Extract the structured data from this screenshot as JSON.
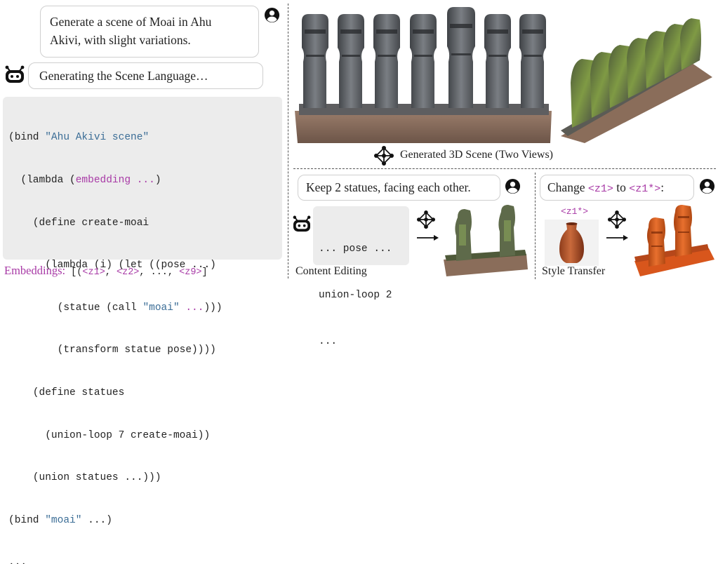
{
  "prompt": {
    "line1": "Generate a scene of Moai in Ahu",
    "line2": "Akivi, with slight variations."
  },
  "status": "Generating the Scene Language…",
  "code": {
    "l1a": "(bind ",
    "l1b": "\"Ahu Akivi scene\"",
    "l2a": "  (lambda (",
    "l2b": "embedding ...",
    "l2c": ")",
    "l3": "    (define create-moai",
    "l4": "      (lambda (i) (let ((pose ...)",
    "l5a": "        (statue (call ",
    "l5b": "\"moai\"",
    "l5c": " ...",
    "l5d": ")))",
    "l6": "        (transform statue pose))))",
    "l7": "    (define statues",
    "l8": "      (union-loop 7 create-moai))",
    "l9": "    (union statues ...)))",
    "l10a": "(bind ",
    "l10b": "\"moai\"",
    "l10c": " ...)",
    "l11": "..."
  },
  "embeddings": {
    "label": "Embeddings:",
    "open": " [(",
    "z1": "<z1>",
    "sep1": ", ",
    "z2": "<z2>",
    "sep2": ", ..., ",
    "z9": "<z9>",
    "close": "]"
  },
  "generated_caption": "Generated 3D Scene (Two Views)",
  "edit": {
    "prompt": "Keep 2 statues, facing each other.",
    "code_l1": "... pose ...",
    "code_l2": "union-loop 2",
    "code_l3": "...",
    "caption": "Content Editing"
  },
  "style": {
    "prompt_a": "Change ",
    "prompt_z1": "<z1>",
    "prompt_b": " to ",
    "prompt_z1s": "<z1*>",
    "prompt_c": ":",
    "vase_label": "<z1*>",
    "caption": "Style Transfer"
  },
  "colors": {
    "purple": "#a83aa6",
    "string_blue": "#3b6d96",
    "code_bg": "#ececec",
    "stone": "#5d6166",
    "moss": "#6f8f3a",
    "base": "#8a6d5a",
    "orange": "#d8561c"
  },
  "icons": {
    "user": "user-avatar-icon",
    "robot": "robot-icon",
    "network": "network-icon",
    "arrow": "arrow-right-icon"
  }
}
